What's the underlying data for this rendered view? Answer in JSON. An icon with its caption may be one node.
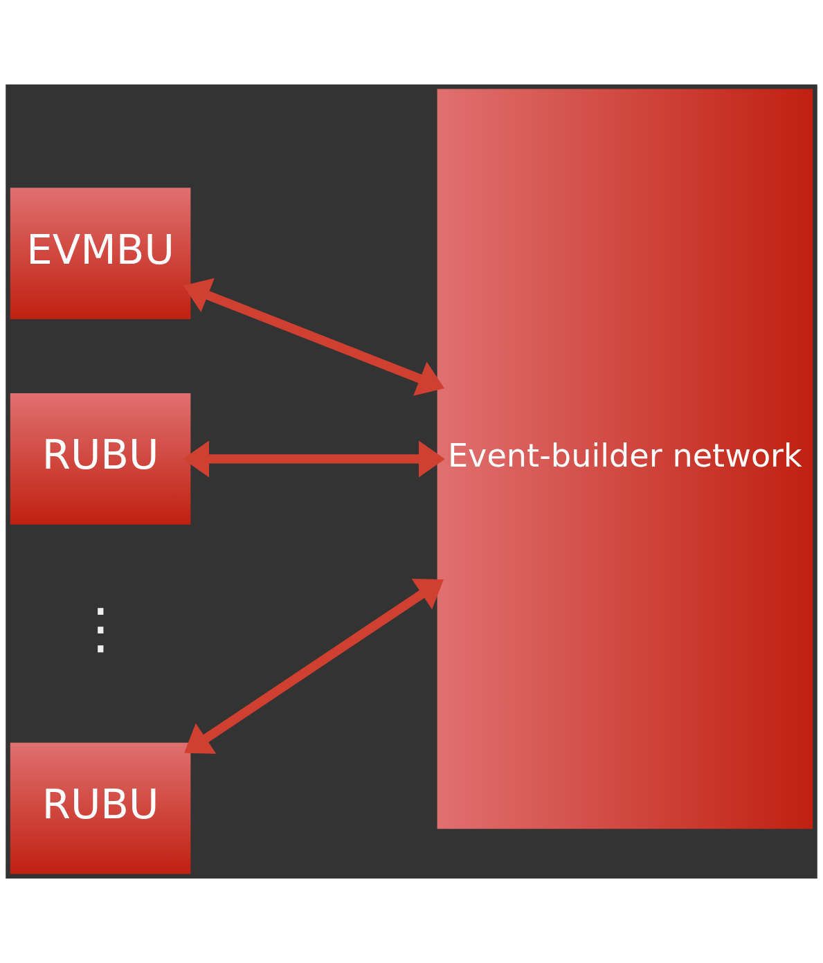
{
  "diagram": {
    "nodes": [
      {
        "text": [
          "EVMBU"
        ]
      },
      {
        "text": [
          "RUBU"
        ]
      },
      {
        "text": [
          "RUBU"
        ]
      },
      {
        "text": [
          "Event-builder network"
        ]
      }
    ],
    "edges": [
      {
        "from": 0,
        "to": 3,
        "arrow": "both"
      },
      {
        "from": 1,
        "to": 3,
        "arrow": "both"
      },
      {
        "from": 2,
        "to": 3,
        "arrow": "both"
      }
    ],
    "labels": [
      "⋮"
    ]
  }
}
